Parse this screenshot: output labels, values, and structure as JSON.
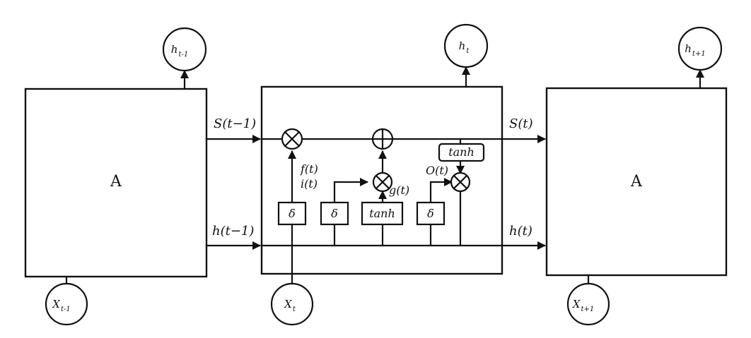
{
  "cells": {
    "left_label": "A",
    "right_label": "A"
  },
  "nodes": {
    "h_prev_base": "h",
    "h_prev_sub": "t-1",
    "h_t_base": "h",
    "h_t_sub": "t",
    "h_next_base": "h",
    "h_next_sub": "t+1",
    "x_prev_base": "X",
    "x_prev_sub": "t-1",
    "x_t_base": "X",
    "x_t_sub": "t",
    "x_next_base": "X",
    "x_next_sub": "t+1"
  },
  "signals": {
    "s_prev": "S(t−1)",
    "s_t": "S(t)",
    "h_prev": "h(t−1)",
    "h_t": "h(t)",
    "f_t": "f(t)",
    "i_t": "i(t)",
    "g_t": "g(t)",
    "o_t": "O(t)"
  },
  "gates": {
    "sigma_1": "δ",
    "sigma_2": "δ",
    "tanh_1": "tanh",
    "sigma_3": "δ",
    "tanh_2": "tanh"
  },
  "operators": {
    "multiply": "⊗",
    "add": "⊕"
  }
}
